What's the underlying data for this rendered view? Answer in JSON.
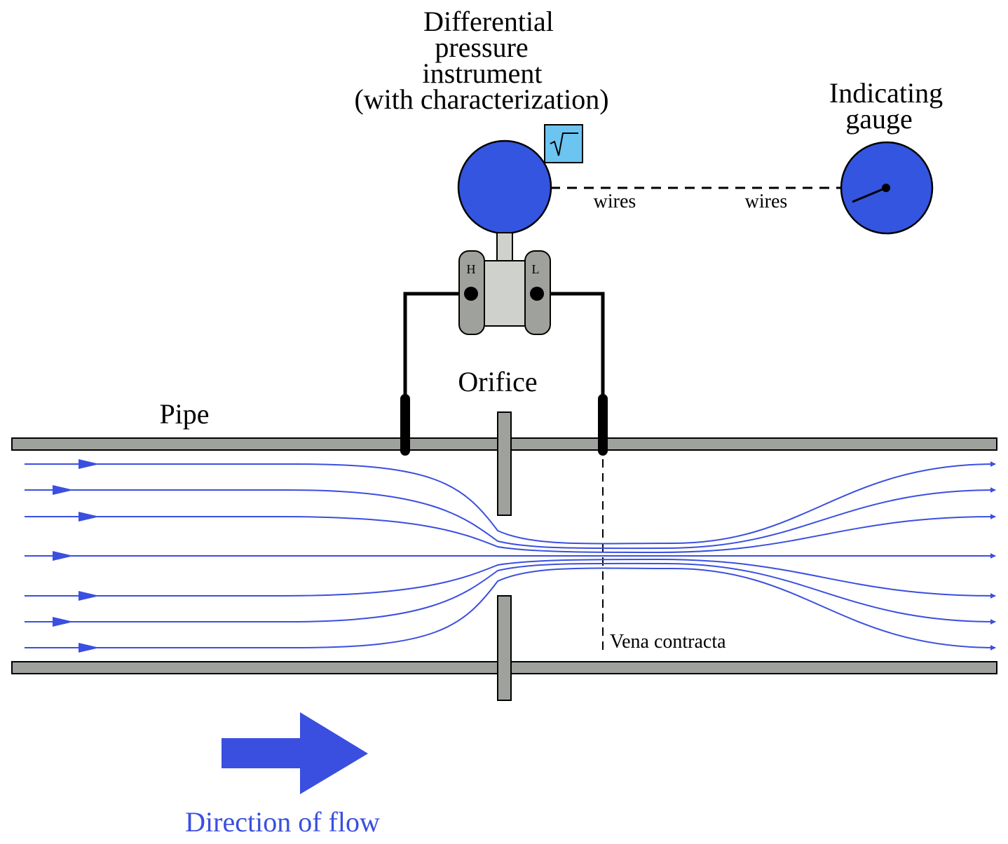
{
  "labels": {
    "instrument_line1": "Differential",
    "instrument_line2": "pressure",
    "instrument_line3": "instrument",
    "instrument_line4": "(with characterization)",
    "gauge_line1": "Indicating",
    "gauge_line2": "gauge",
    "wires_left": "wires",
    "wires_right": "wires",
    "high_port": "H",
    "low_port": "L",
    "orifice": "Orifice",
    "pipe": "Pipe",
    "vena_contracta": "Vena contracta",
    "direction_of_flow": "Direction of flow",
    "sqrt_symbol": "√"
  },
  "colors": {
    "instrument_blue": "#3355e0",
    "flow_blue": "#3a4fe0",
    "pipe_gray": "#9fa29c",
    "manifold_gray": "#cfd2cc",
    "sqrt_box": "#6cc4f0",
    "line_black": "#000000"
  },
  "icons": {
    "characterizer": "square-root-icon",
    "gauge": "gauge-needle-icon",
    "flow_arrow": "right-arrow-icon"
  }
}
